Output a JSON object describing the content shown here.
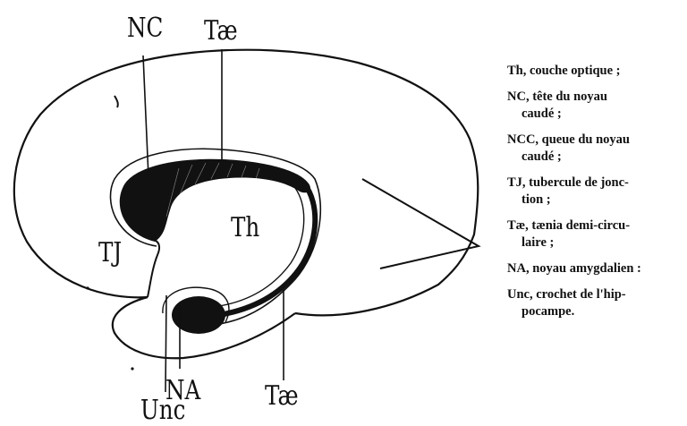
{
  "labels": {
    "nc": "NC",
    "tae_top": "Tæ",
    "th": "Th",
    "tj": "TJ",
    "na": "NA",
    "unc": "Unc",
    "tae_bottom": "Tæ"
  },
  "legend": [
    {
      "line1": "Th, couche optique ;",
      "line2": ""
    },
    {
      "line1": "NC, tête du noyau",
      "line2": "caudé ;"
    },
    {
      "line1": "NCC, queue du noyau",
      "line2": "caudé ;"
    },
    {
      "line1": "TJ, tubercule de jonc-",
      "line2": "tion ;"
    },
    {
      "line1": "Tæ, tænia demi-circu-",
      "line2": "laire ;"
    },
    {
      "line1": "NA, noyau amygdalien :",
      "line2": ""
    },
    {
      "line1": "Unc, crochet de l'hip-",
      "line2": "pocampe."
    }
  ]
}
